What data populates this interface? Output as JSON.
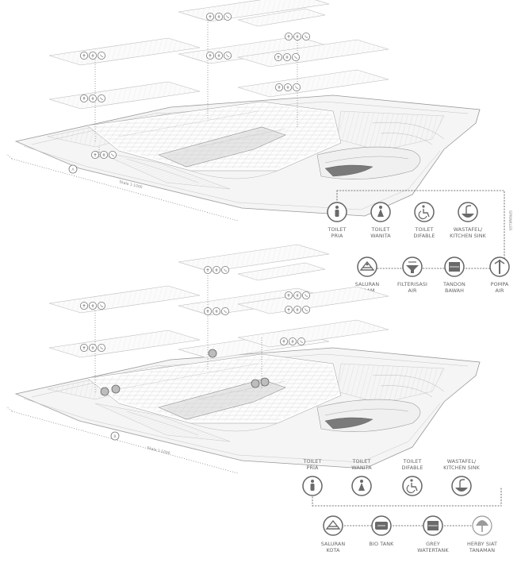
{
  "diagram1": {
    "scale_text": "Skala 1:1000",
    "legend_side_label": "SPRINKLER",
    "row1": [
      {
        "icon": "toilet-male-icon",
        "label_lines": [
          "TOILET",
          "PRIA"
        ]
      },
      {
        "icon": "toilet-female-icon",
        "label_lines": [
          "TOILET",
          "WANITA"
        ]
      },
      {
        "icon": "toilet-disabled-icon",
        "label_lines": [
          "TOILET",
          "DIFABLE"
        ]
      },
      {
        "icon": "sink-icon",
        "label_lines": [
          "WASTAFEL/",
          "KITCHEN SINK"
        ]
      }
    ],
    "row2": [
      {
        "icon": "city-pipe-icon",
        "label_lines": [
          "SALURAN",
          "PDAM"
        ]
      },
      {
        "icon": "water-filter-icon",
        "label_lines": [
          "FILTERISASI",
          "AIR"
        ]
      },
      {
        "icon": "water-tank-icon",
        "label_lines": [
          "TANDON",
          "BAWAH"
        ]
      },
      {
        "icon": "water-pump-icon",
        "label_lines": [
          "POMPA",
          "AIR"
        ]
      }
    ]
  },
  "diagram2": {
    "scale_text": "Skala 1:1000",
    "row1": [
      {
        "icon": "toilet-male-icon",
        "label_lines": [
          "TOILET",
          "PRIA"
        ]
      },
      {
        "icon": "toilet-female-icon",
        "label_lines": [
          "TOILET",
          "WANITA"
        ]
      },
      {
        "icon": "toilet-disabled-icon",
        "label_lines": [
          "TOILET",
          "DIFABLE"
        ]
      },
      {
        "icon": "sink-icon",
        "label_lines": [
          "WASTAFEL/",
          "KITCHEN SINK"
        ]
      }
    ],
    "row2": [
      {
        "icon": "city-sewer-icon",
        "label_lines": [
          "SALURAN",
          "KOTA"
        ]
      },
      {
        "icon": "bio-tank-icon",
        "label_lines": [
          "BIO TANK"
        ]
      },
      {
        "icon": "grey-water-tank-icon",
        "label_lines": [
          "GREY",
          "WATERTANK"
        ]
      },
      {
        "icon": "garden-tree-icon",
        "label_lines": [
          "HERBY SIAT",
          "TANAMAN"
        ]
      }
    ]
  }
}
